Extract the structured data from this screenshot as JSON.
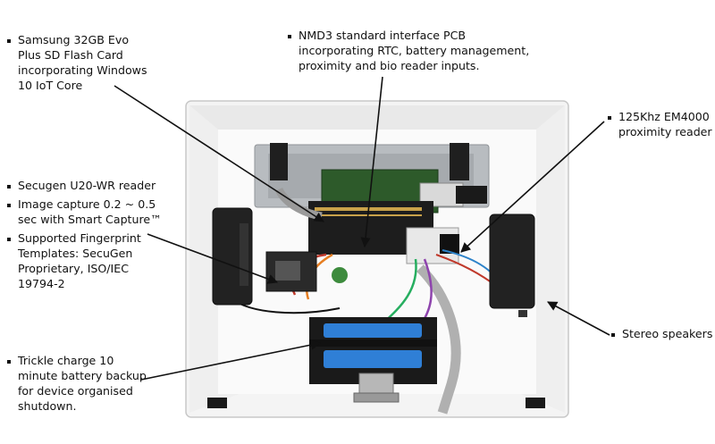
{
  "annotations": {
    "sd_card": {
      "lines": [
        "Samsung 32GB Evo",
        "Plus SD Flash Card",
        "incorporating Windows",
        "10 IoT Core"
      ]
    },
    "pcb": {
      "lines": [
        "NMD3 standard interface PCB",
        "incorporating RTC, battery management,",
        "proximity and bio reader inputs."
      ]
    },
    "proximity": {
      "lines": [
        "125Khz EM4000",
        "proximity reader"
      ]
    },
    "fingerprint_items": [
      {
        "lines": [
          "Secugen U20-WR reader"
        ]
      },
      {
        "lines": [
          "Image capture 0.2 ~ 0.5",
          "sec with Smart Capture™"
        ]
      },
      {
        "lines": [
          "Supported Fingerprint",
          "Templates: SecuGen",
          "Proprietary, ISO/IEC",
          "19794-2"
        ]
      }
    ],
    "speakers": {
      "lines": [
        "Stereo speakers"
      ]
    },
    "battery": {
      "lines": [
        "Trickle charge 10",
        "minute battery backup",
        "for device organised",
        "shutdown."
      ]
    }
  },
  "colors": {
    "enclosure_outline": "#c8c8c8",
    "enclosure_inner": "#ebebeb",
    "pcb_black": "#1d1d1d",
    "battery_blue": "#2f7fd6",
    "speaker_black": "#222222",
    "arrow": "#111111"
  }
}
